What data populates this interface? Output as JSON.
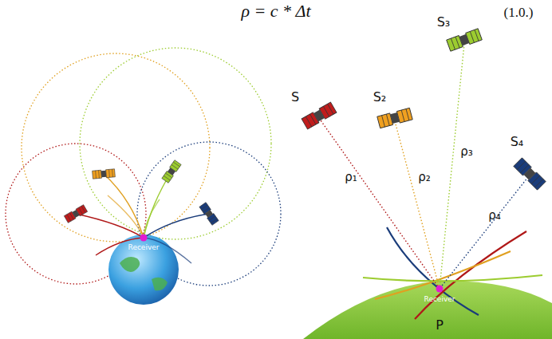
{
  "diagram": {
    "labels": [
      "ρ = c * Δt",
      "(1.0.)",
      "Receiver",
      "S",
      "S₂",
      "S₃",
      "ρ₁",
      "ρ₂",
      "ρ₃",
      "S₄",
      "ρ₄",
      "Receiver",
      "P"
    ]
  }
}
